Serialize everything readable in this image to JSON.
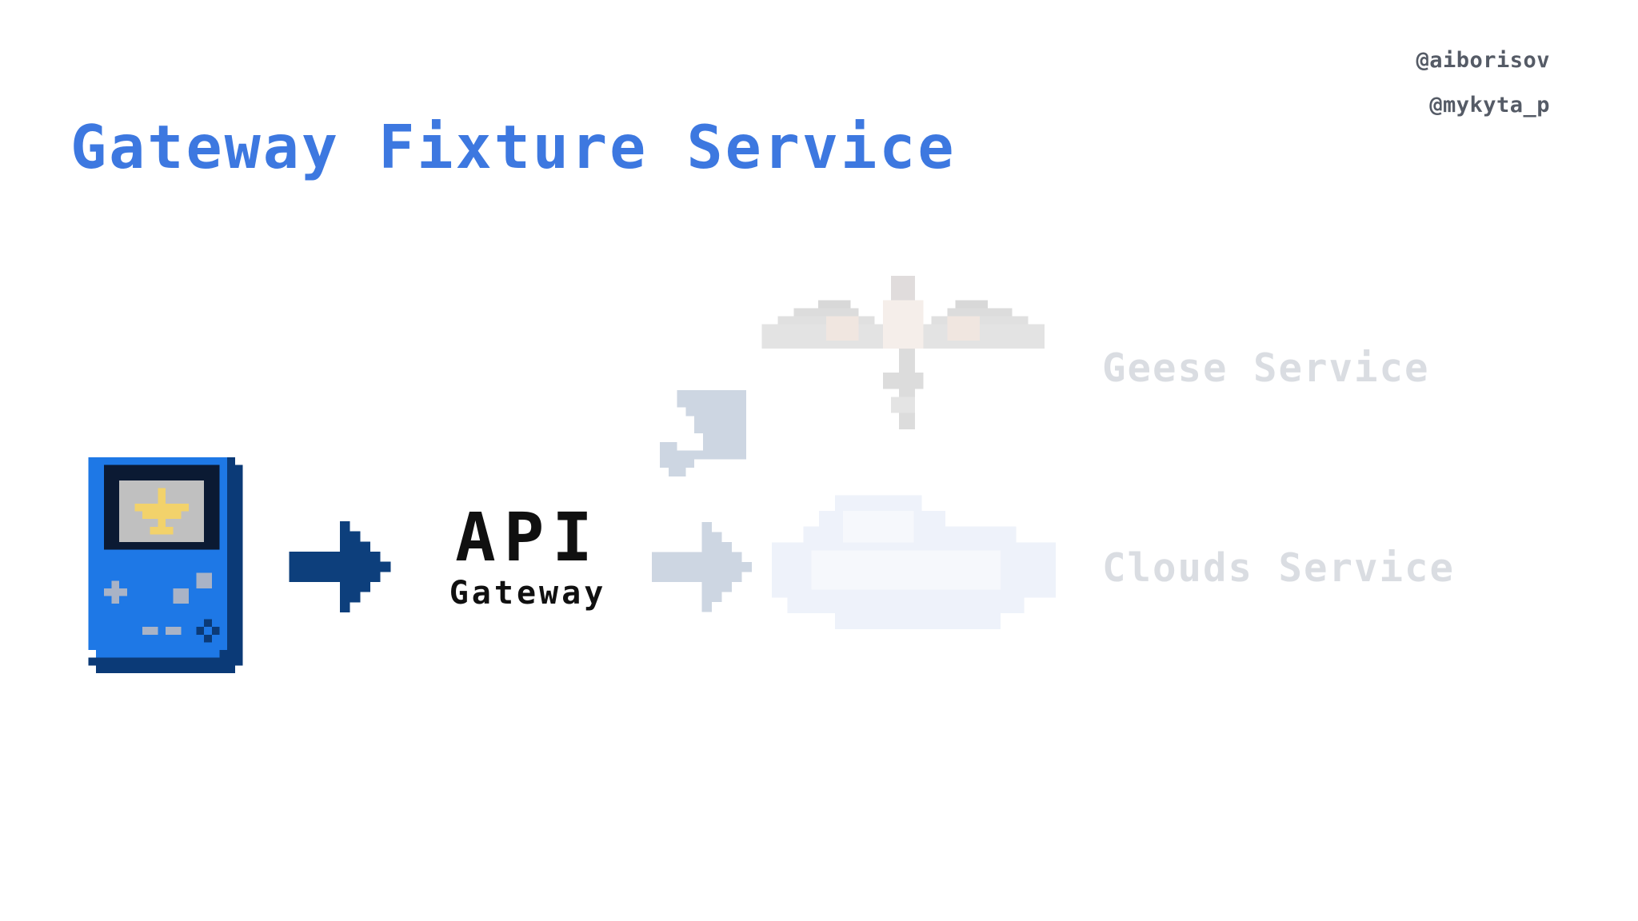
{
  "slide": {
    "title": "Gateway Fixture Service",
    "handles": [
      "@aiborisov",
      "@mykyta_p"
    ]
  },
  "diagram": {
    "client": {
      "icon": "handheld-console-icon",
      "screen_icon": "airplane-icon"
    },
    "gateway": {
      "label": "API",
      "sublabel": "Gateway"
    },
    "services": [
      {
        "label": "Geese Service",
        "icon": "goose-icon",
        "state": "faded"
      },
      {
        "label": "Clouds Service",
        "icon": "cloud-icon",
        "state": "faded"
      }
    ],
    "colors": {
      "title": "#3d78e0",
      "console_body": "#1e78e6",
      "console_dark": "#0b3a77",
      "arrow_main": "#0d3f7c",
      "arrow_faded": "#cdd6e2",
      "faded_text": "#dadde2"
    }
  }
}
